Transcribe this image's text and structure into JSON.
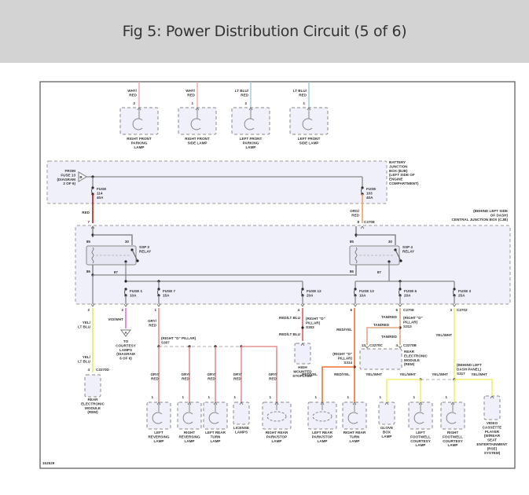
{
  "header": {
    "title": "Fig 5: Power Distribution Circuit (5 of 6)"
  },
  "diagram": {
    "figure_id": "152529",
    "colors": {
      "wht_red": "#f0a0a0",
      "ltblu_red": "#90c8c8",
      "red": "#d01010",
      "org_red": "#f0a060",
      "yel_ltblu": "#d8f060",
      "vio_wht": "#e070e0",
      "gry_red": "#e89090",
      "red_ltblu": "#e06060",
      "red_yel": "#f07030",
      "tan_red": "#e0a880",
      "yel_wht": "#f0f070"
    },
    "top_lamps": [
      {
        "wire": "WHT/\nRED",
        "pin": "2",
        "label": "RIGHT FRONT\nPARKING\nLAMP"
      },
      {
        "wire": "WHT/\nRED",
        "pin": "1",
        "label": "RIGHT FRONT\nSIDE LAMP"
      },
      {
        "wire": "LT BLU/\nRED",
        "pin": "2",
        "label": "LEFT FRONT\nPARKING\nLAMP"
      },
      {
        "wire": "LT BLU/\nRED",
        "pin": "1",
        "label": "LEFT FRONT\nSIDE LAMP"
      }
    ],
    "bjb": {
      "label": "BATTERY\nJUNCTION\nBOX (BJB)\n(LEFT SIDE OF\nENGINE\nCOMPARTMENT)",
      "from": "FROM\nFUSE 13\n(DIAGRAM\n2 OF 6)",
      "from_connector": "B",
      "fuse_left": "FUSE\n114\n40A",
      "fuse_right": "FUSE\n103\n40A"
    },
    "cjb": {
      "label": "(BEHIND LEFT SIDE\nOF DASH)\nCENTRAL JUNCTION BOX (CJB)",
      "wire_left": "RED",
      "pin_left": "7",
      "wire_right": "ORG/\nRED",
      "pin_right": "8",
      "conn_right": "C2708",
      "relay3": {
        "label": "SSP 3\nRELAY",
        "p85": "85",
        "p30": "30",
        "p86": "86",
        "p87": "87"
      },
      "relay4": {
        "label": "SSP 4\nRELAY",
        "p85": "85",
        "p30": "30",
        "p86": "86",
        "p87": "87"
      },
      "fuses": [
        {
          "label": "FUSE 1\n10A"
        },
        {
          "label": "FUSE 7\n15A"
        },
        {
          "label": "FUSE 12\n20A"
        },
        {
          "label": "FUSE 13\n10A"
        },
        {
          "label": "FUSE 6\n20A"
        },
        {
          "label": "FUSE 3\n25A"
        }
      ]
    },
    "labels": {
      "yel_ltblu": "YEL/\nLT BLU",
      "pin2a": "2",
      "pin2b": "2",
      "pin1a": "1",
      "pin4a": "4",
      "vio_wht": "VIO/WHT",
      "courtesy": "TO\nCOURTESY\nLAMPS\n(DIAGRAM\n6 OF 6)",
      "courtesy_conn": "A",
      "gry_red": "GRY/\nRED",
      "splice_s307": "(RIGHT \"D\" PILLAR)\nS307",
      "red_ltblu": "RED/LT BLU",
      "splice_s303": "(RIGHT \"D\"\nPILLAR)\nS303",
      "hmsl": "HIGH\nMOUNTED\nSTOPLAMP",
      "red_yel": "RED/YEL",
      "splice_s314": "(RIGHT \"D\"\nPILLAR)\nS314",
      "tan_red": "TAN/RED",
      "splice_s313": "(RIGHT \"D\"\nPILLAR)\nS313",
      "conn_c2708b": "C2708",
      "conn_c2702": "C2702",
      "conn_c2270c": "C2270C",
      "conn_c2270b": "C2270B",
      "conn_c2270d": "C2270D",
      "pin6": "6",
      "pin5": "5",
      "pin3": "3",
      "pin13": "13",
      "rem": "REAR\nELECTRONIC\nMODULE\n(REM)",
      "yel_wht": "YEL/WHT",
      "splice_s317": "(BEHIND LEFT\nDASH PANEL)\nS317"
    },
    "bottom_lamps": [
      {
        "wire": "GRY/\nRED",
        "pin": "1",
        "label": "LEFT\nREVERSING\nLAMP"
      },
      {
        "wire": "GRY/\nRED",
        "pin": "1",
        "label": "RIGHT\nREVERSING\nLAMP"
      },
      {
        "wire": "GRY/\nRED",
        "pin": "1",
        "label": "LEFT REAR\nTURN\nLAMP"
      },
      {
        "wire": "GRY/\nRED",
        "pin": "1",
        "label": "LICENSE\nLAMPS"
      },
      {
        "wire": "GRY/\nRED",
        "pin": "1",
        "label": "RIGHT REAR\nPARK/STOP\nLAMP"
      },
      {
        "wire": "RED/YEL",
        "pin": "1",
        "label": "LEFT REAR\nPARK/STOP\nLAMP"
      },
      {
        "wire": "RED/YEL",
        "pin": "1",
        "label": "RIGHT REAR\nTURN\nLAMP"
      },
      {
        "wire": "YEL/WHT",
        "pin": "1",
        "label": "GLOVE\nBOX\nLAMP"
      },
      {
        "wire": "YEL/WHT",
        "pin": "1",
        "label": "LEFT\nFOOTWELL\nCOURTESY\nLAMP"
      },
      {
        "wire": "YEL/WHT",
        "pin": "1",
        "label": "RIGHT\nFOOTWELL\nCOURTESY\nLAMP"
      },
      {
        "wire": "YEL/WHT",
        "pin": "2",
        "label": "VIDEO\nCASSETTE\nPLAYER\n(W/REAR\nSEAT\nENTERTAINMENT\n(RSE)\nSYSTEM)"
      }
    ]
  }
}
